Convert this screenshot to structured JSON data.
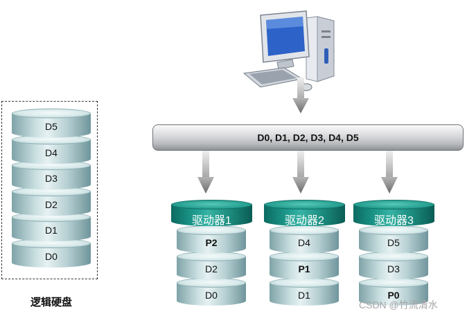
{
  "logical_disk": {
    "caption": "逻辑硬盘",
    "blocks": [
      "D5",
      "D4",
      "D3",
      "D2",
      "D1",
      "D0"
    ]
  },
  "bus": {
    "label": "D0, D1, D2, D3, D4, D5"
  },
  "drives": [
    {
      "name": "驱动器1",
      "blocks": [
        "P2",
        "D2",
        "D0"
      ]
    },
    {
      "name": "驱动器2",
      "blocks": [
        "D4",
        "P1",
        "D1"
      ]
    },
    {
      "name": "驱动器3",
      "blocks": [
        "D5",
        "D3",
        "P0"
      ]
    }
  ],
  "watermark": "CSDN @竹流清水",
  "icons": [
    "computer-icon",
    "arrow-down-icon"
  ],
  "colors": {
    "drive_head": "#1e9c8e",
    "disk_body": "#b7d0d3",
    "bus": "#c8c9cb"
  }
}
